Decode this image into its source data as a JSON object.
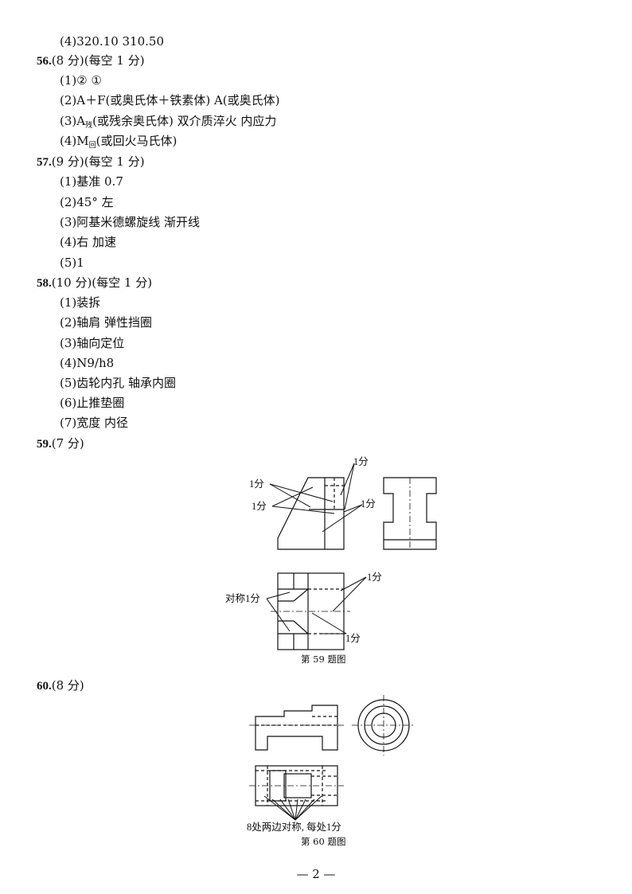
{
  "top_fragment": "(4)320.10  310.50",
  "questions": {
    "q56": {
      "num": "56.",
      "header": "(8 分)(每空 1 分)",
      "items": [
        "(1)②   ①",
        "(2)A＋F(或奥氏体＋铁素体)   A(或奥氏体)",
        "(3)A",
        "(4)M"
      ],
      "sub3_subscript": "残",
      "sub3_rest": "(或残余奥氏体)   双介质淬火   内应力",
      "sub4_subscript": "回",
      "sub4_rest": "(或回火马氏体)"
    },
    "q57": {
      "num": "57.",
      "header": "(9 分)(每空 1 分)",
      "items": [
        "(1)基准   0.7",
        "(2)45°   左",
        "(3)阿基米德螺旋线   渐开线",
        "(4)右   加速",
        "(5)1"
      ]
    },
    "q58": {
      "num": "58.",
      "header": "(10 分)(每空 1 分)",
      "items": [
        "(1)装拆",
        "(2)轴肩   弹性挡圈",
        "(3)轴向定位",
        "(4)N9/h8",
        "(5)齿轮内孔   轴承内圈",
        "(6)止推垫圈",
        "(7)宽度   内径"
      ]
    },
    "q59": {
      "num": "59.",
      "header": "(7 分)",
      "labels": [
        "1分",
        "1分",
        "1分",
        "1分",
        "对称1分",
        "1分",
        "1分"
      ],
      "caption": "第 59 题图"
    },
    "q60": {
      "num": "60.",
      "header": "(8 分)",
      "annotation": "8处两边对称, 每处1分",
      "caption": "第 60 题图"
    }
  },
  "page_number": "— 2 —"
}
